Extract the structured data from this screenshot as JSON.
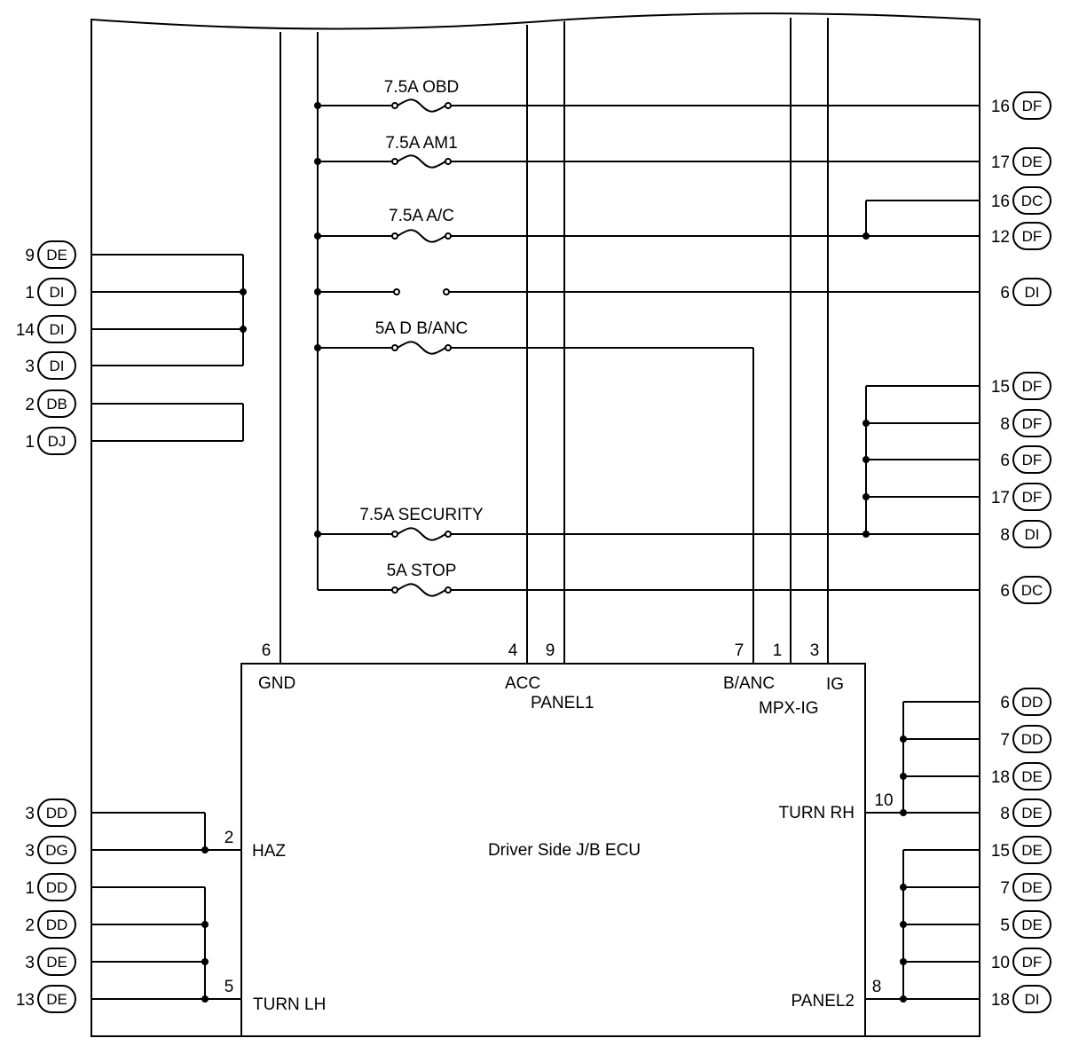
{
  "fuses": [
    {
      "id": "obd",
      "label": "7.5A OBD",
      "type": "fuse"
    },
    {
      "id": "am1",
      "label": "7.5A AM1",
      "type": "fuse"
    },
    {
      "id": "ac",
      "label": "7.5A A/C",
      "type": "fuse"
    },
    {
      "id": "blank",
      "label": "",
      "type": "open"
    },
    {
      "id": "dbanc",
      "label": "5A D B/ANC",
      "type": "fuse"
    },
    {
      "id": "security",
      "label": "7.5A SECURITY",
      "type": "fuse"
    },
    {
      "id": "stop",
      "label": "5A STOP",
      "type": "fuse"
    }
  ],
  "ecu": {
    "title": "Driver Side J/B ECU",
    "pins": [
      {
        "id": "gnd",
        "num": "6",
        "name": "GND"
      },
      {
        "id": "acc",
        "num": "4",
        "name": "ACC"
      },
      {
        "id": "panel1",
        "num": "9",
        "name": "PANEL1"
      },
      {
        "id": "banc",
        "num": "7",
        "name": "B/ANC"
      },
      {
        "id": "mpxig",
        "num": "1",
        "name": "MPX-IG"
      },
      {
        "id": "ig",
        "num": "3",
        "name": "IG"
      },
      {
        "id": "haz",
        "num": "2",
        "name": "HAZ"
      },
      {
        "id": "turnlh",
        "num": "5",
        "name": "TURN LH"
      },
      {
        "id": "turnrh",
        "num": "10",
        "name": "TURN RH"
      },
      {
        "id": "panel2",
        "num": "8",
        "name": "PANEL2"
      }
    ]
  },
  "connectors_left": [
    {
      "pin": "9",
      "code": "DE"
    },
    {
      "pin": "1",
      "code": "DI"
    },
    {
      "pin": "14",
      "code": "DI"
    },
    {
      "pin": "3",
      "code": "DI"
    },
    {
      "pin": "2",
      "code": "DB"
    },
    {
      "pin": "1",
      "code": "DJ"
    },
    {
      "pin": "3",
      "code": "DD"
    },
    {
      "pin": "3",
      "code": "DG"
    },
    {
      "pin": "1",
      "code": "DD"
    },
    {
      "pin": "2",
      "code": "DD"
    },
    {
      "pin": "3",
      "code": "DE"
    },
    {
      "pin": "13",
      "code": "DE"
    }
  ],
  "connectors_right": [
    {
      "pin": "16",
      "code": "DF"
    },
    {
      "pin": "17",
      "code": "DE"
    },
    {
      "pin": "16",
      "code": "DC"
    },
    {
      "pin": "12",
      "code": "DF"
    },
    {
      "pin": "6",
      "code": "DI"
    },
    {
      "pin": "15",
      "code": "DF"
    },
    {
      "pin": "8",
      "code": "DF"
    },
    {
      "pin": "6",
      "code": "DF"
    },
    {
      "pin": "17",
      "code": "DF"
    },
    {
      "pin": "8",
      "code": "DI"
    },
    {
      "pin": "6",
      "code": "DC"
    },
    {
      "pin": "6",
      "code": "DD"
    },
    {
      "pin": "7",
      "code": "DD"
    },
    {
      "pin": "18",
      "code": "DE"
    },
    {
      "pin": "8",
      "code": "DE"
    },
    {
      "pin": "15",
      "code": "DE"
    },
    {
      "pin": "7",
      "code": "DE"
    },
    {
      "pin": "5",
      "code": "DE"
    },
    {
      "pin": "10",
      "code": "DF"
    },
    {
      "pin": "18",
      "code": "DI"
    }
  ]
}
